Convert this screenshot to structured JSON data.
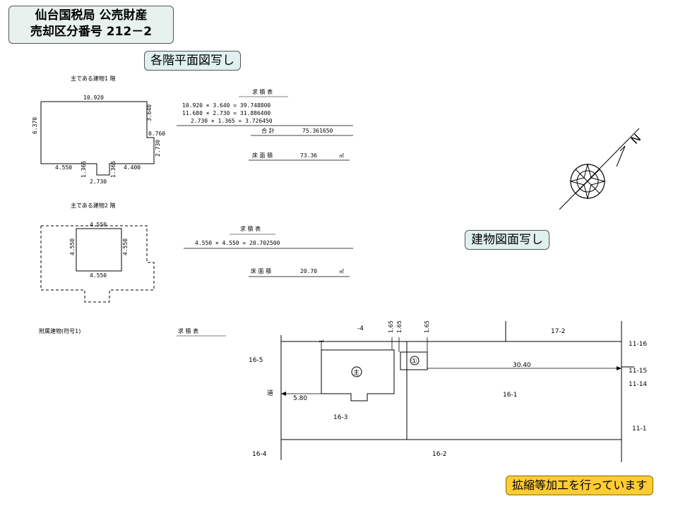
{
  "title": {
    "line1": "仙台国税局 公売財産",
    "line2": "売却区分番号 212－2"
  },
  "labels": {
    "floorplan": "各階平面図写し",
    "buildingplan": "建物図面写し",
    "notice": "拡縮等加工を行っています"
  },
  "floor1": {
    "heading": "主である建物1 階",
    "dims": {
      "top": "10.920",
      "left": "6.370",
      "right_upper": "3.640",
      "step": "0.760",
      "right_lower": "2.730",
      "bottom_left": "4.550",
      "bottom_right": "4.400",
      "notch_left": "1.365",
      "notch_right": "1.365",
      "notch_width": "2.730"
    },
    "calc_header": "求 積 表",
    "calc_rows": [
      "10.920 × 3.640 = 39.748800",
      "11.680 × 2.730 = 31.886400",
      "2.730 × 1.365 = 3.726450"
    ],
    "total_label": "合 計",
    "total_value": "75.361650",
    "floor_area_label": "床 面 積",
    "floor_area_value": "73.36",
    "unit": "㎡"
  },
  "floor2": {
    "heading": "主である建物2 階",
    "dims": {
      "top": "4.550",
      "bottom": "4.550",
      "left": "4.550",
      "right": "4.550"
    },
    "calc_header": "求 積 表",
    "calc_rows": [
      "4.550 × 4.550 = 20.702500"
    ],
    "floor_area_label": "床 面 積",
    "floor_area_value": "20.70",
    "unit": "㎡"
  },
  "annex": {
    "heading": "附属建物(符号1)",
    "calc_header": "求 積 表"
  },
  "site": {
    "parcels": [
      "-4",
      "17-2",
      "11-16",
      "16-5",
      "11-15",
      "11-14",
      "16-1",
      "16-3",
      "11-1",
      "16-4",
      "16-2"
    ],
    "road": "道",
    "dim_1": "1",
    "dim_165a": "1.65",
    "dim_165b": "1.65",
    "dim_165c": "1.65",
    "dim_3040": "30.40",
    "dim_580": "5.80",
    "main_mark": "主",
    "annex_mark": "①"
  },
  "compass": {
    "north": "N"
  }
}
